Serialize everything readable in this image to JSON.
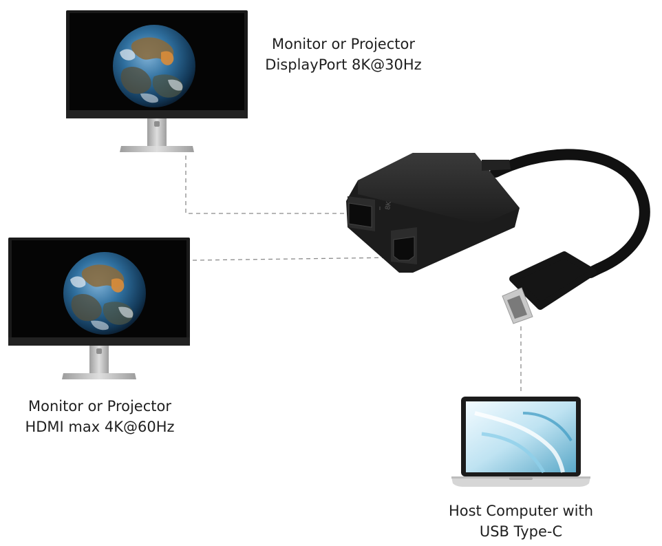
{
  "labels": {
    "displayport_monitor": {
      "line1": "Monitor or Projector",
      "line2": "DisplayPort 8K@30Hz"
    },
    "hdmi_monitor": {
      "line1": "Monitor or Projector",
      "line2": "HDMI max 4K@60Hz"
    },
    "host_computer": {
      "line1": "Host Computer with",
      "line2": "USB Type-C"
    }
  },
  "adapter": {
    "port_marking": "8K"
  },
  "colors": {
    "background": "#ffffff",
    "adapter_body": "#262626",
    "cable": "#111111",
    "connector_metal": "#c9c9c9",
    "monitor_bezel": "#1a1a1a",
    "stand_metal": "#b8b8b8",
    "laptop_screen": "#d9eef6",
    "laptop_body": "#d6d6d6",
    "dashed_line": "#8a8a8a",
    "text": "#1f1f1f"
  },
  "icons": [
    "monitor-icon",
    "earth-image",
    "usb-c-adapter",
    "usb-c-plug",
    "laptop-icon"
  ]
}
